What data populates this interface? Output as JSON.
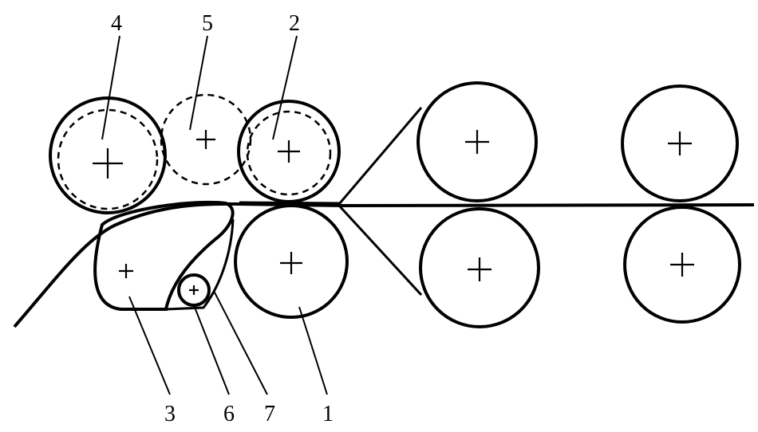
{
  "labels": {
    "roller_1": "1",
    "roller_2": "2",
    "guide_3": "3",
    "roller_4": "4",
    "roller_5": "5",
    "roller_6": "6",
    "part_7": "7"
  }
}
